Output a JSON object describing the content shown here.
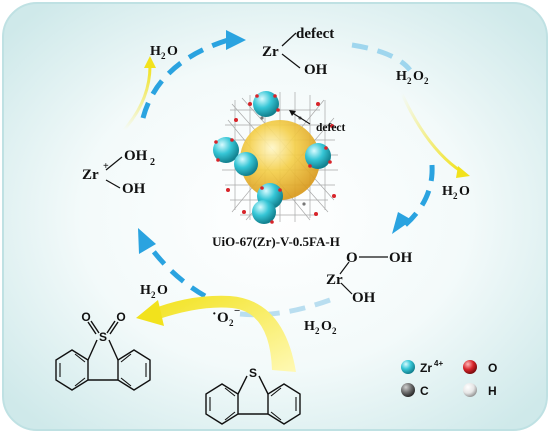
{
  "center_label": "UiO-67(Zr)-V-0.5FA-H",
  "defect_label": "defect",
  "nodes": {
    "top": {
      "metal": "Zr",
      "group1": "defect",
      "group2": "OH"
    },
    "right": {
      "metal": "Zr",
      "group1": "O",
      "group1b": "OH",
      "group2": "OH"
    },
    "left": {
      "metal": "Zr",
      "charge": "+",
      "group1": "OH",
      "group1_sub": "2",
      "group2": "OH"
    }
  },
  "species": {
    "h2o_top": {
      "text": "H",
      "sub": "2",
      "tail": "O"
    },
    "h2o2_right": {
      "text": "H",
      "sub": "2",
      "mid": "O",
      "sub2": "2"
    },
    "h2o_right": {
      "text": "H",
      "sub": "2",
      "tail": "O"
    },
    "h2o2_bottom": {
      "text": "H",
      "sub": "2",
      "mid": "O",
      "sub2": "2"
    },
    "h2o_bottom": {
      "text": "H",
      "sub": "2",
      "tail": "O"
    },
    "superoxide": {
      "dot": "·",
      "text": "O",
      "sub": "2",
      "sup": "−"
    }
  },
  "molecule_labels": {
    "sulfone_S": "S",
    "sulfone_O1": "O",
    "sulfone_O2": "O",
    "dbt_S": "S"
  },
  "legend": [
    {
      "symbol": "Zr",
      "sup": "4+",
      "color": "#36c6d6"
    },
    {
      "symbol": "O",
      "color": "#d8242a"
    },
    {
      "symbol": "C",
      "color": "#6e6e6e"
    },
    {
      "symbol": "H",
      "color": "#e6e6e6"
    }
  ],
  "colors": {
    "background": "#e3f3f4",
    "arrow": "#2aa3e0",
    "curved_arrow": "#f2e21c",
    "sphere": "#f2c23a"
  }
}
